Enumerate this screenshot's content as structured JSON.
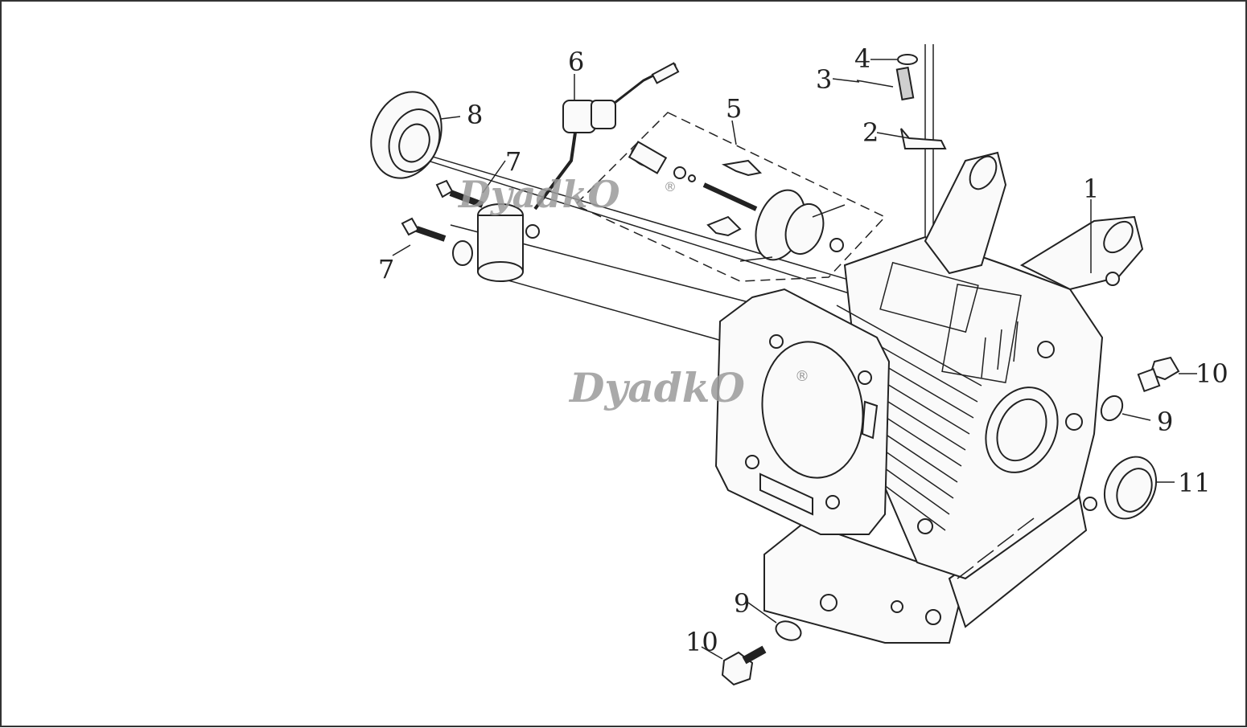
{
  "diagram": {
    "watermark": "DyadkO",
    "registered_mark": "®",
    "callouts": [
      "1",
      "2",
      "3",
      "4",
      "5",
      "6",
      "7",
      "7",
      "8",
      "9",
      "9",
      "10",
      "10",
      "11"
    ]
  }
}
